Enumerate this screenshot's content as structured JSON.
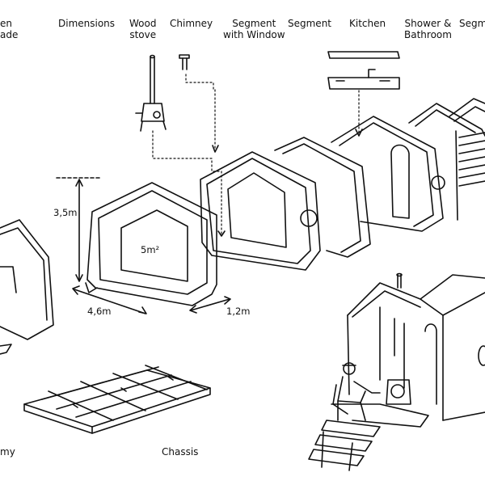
{
  "labels": {
    "facade": [
      "en",
      "ade"
    ],
    "dimensions": "Dimensions",
    "wood_stove": [
      "Wood",
      "stove"
    ],
    "chimney": "Chimney",
    "segment_window": [
      "Segment",
      "with Window"
    ],
    "segment": "Segment",
    "kitchen": "Kitchen",
    "shower_bathroom": [
      "Shower &",
      "Bathroom"
    ],
    "segment_cut": "Segme",
    "chassis": "Chassis",
    "anatomy_cut": "my"
  },
  "dimensions": {
    "height": "3,5m",
    "width": "4,6m",
    "depth": "1,2m",
    "area": "5m²"
  }
}
